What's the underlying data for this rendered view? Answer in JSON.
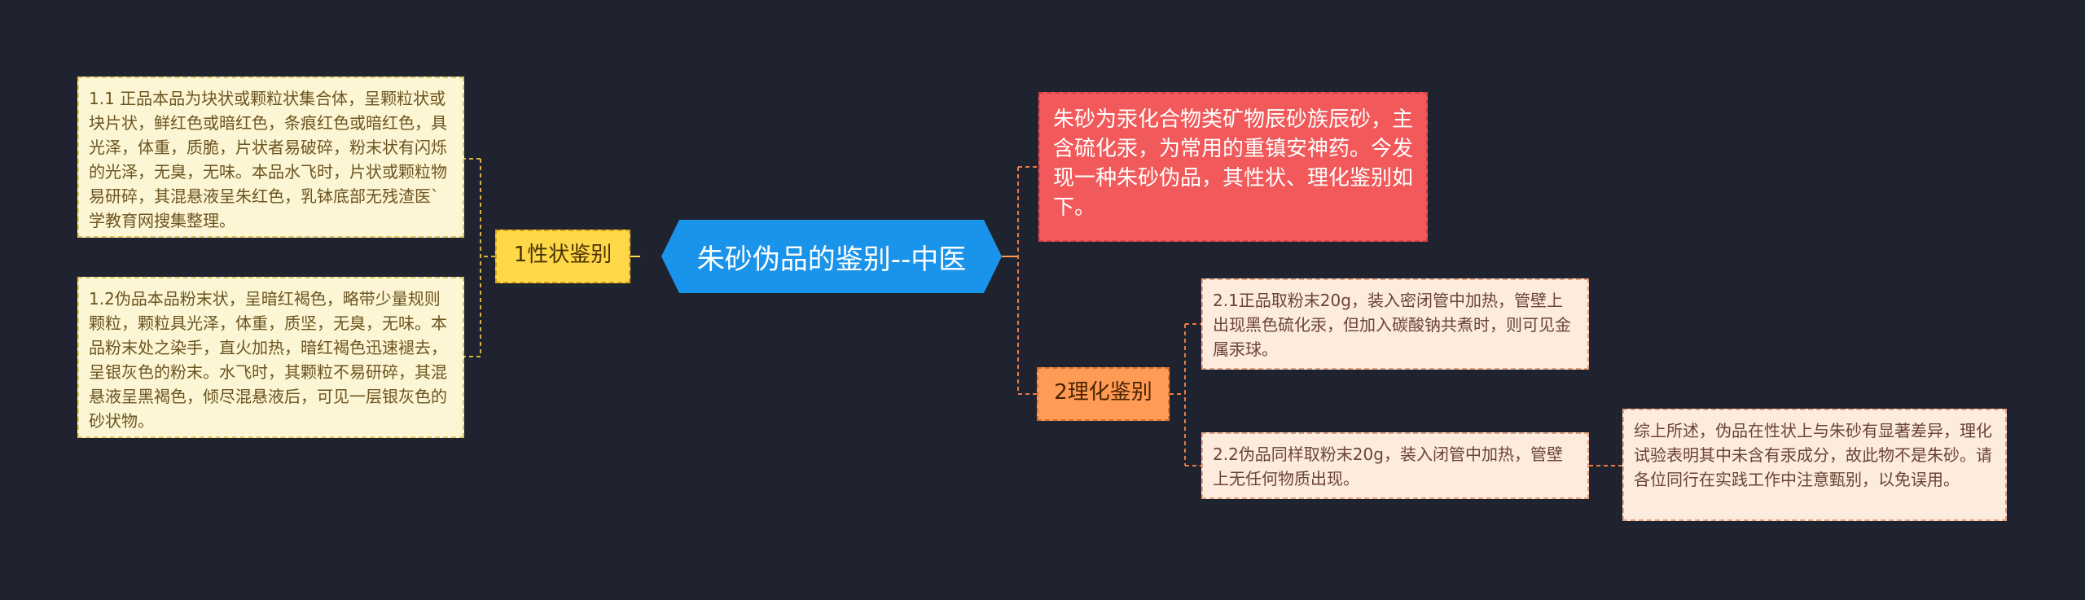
{
  "root": {
    "title": "朱砂伪品的鉴别--中医"
  },
  "branch1": {
    "label": "1性状鉴别",
    "items": [
      {
        "text": "1.1 正品本品为块状或颗粒状集合体，呈颗粒状或块片状，鲜红色或暗红色，条痕红色或暗红色，具光泽，体重，质脆，片状者易破碎，粉末状有闪烁的光泽，无臭，无味。本品水飞时，片状或颗粒物易研碎，其混悬液呈朱红色，乳钵底部无残渣医`学教育网搜集整理。"
      },
      {
        "text": "1.2伪品本品粉末状，呈暗红褐色，略带少量规则颗粒，颗粒具光泽，体重，质坚，无臭，无味。本品粉末处之染手，直火加热，暗红褐色迅速褪去，呈银灰色的粉末。水飞时，其颗粒不易研碎，其混悬液呈黑褐色，倾尽混悬液后，可见一层银灰色的砂状物。"
      }
    ]
  },
  "intro": {
    "text": "朱砂为汞化合物类矿物辰砂族辰砂，主含硫化汞，为常用的重镇安神药。今发现一种朱砂伪品，其性状、理化鉴别如下。"
  },
  "branch2": {
    "label": "2理化鉴别",
    "items": [
      {
        "text": "2.1正品取粉末20g，装入密闭管中加热，管壁上出现黑色硫化汞，但加入碳酸钠共煮时，则可见金属汞球。"
      },
      {
        "text": "2.2伪品同样取粉末20g，装入闭管中加热，管壁上无任何物质出现。"
      }
    ]
  },
  "conclusion": {
    "text": "综上所述，伪品在性状上与朱砂有显著差异，理化试验表明其中未含有汞成分，故此物不是朱砂。请各位同行在实践工作中注意甄别，以免误用。"
  }
}
